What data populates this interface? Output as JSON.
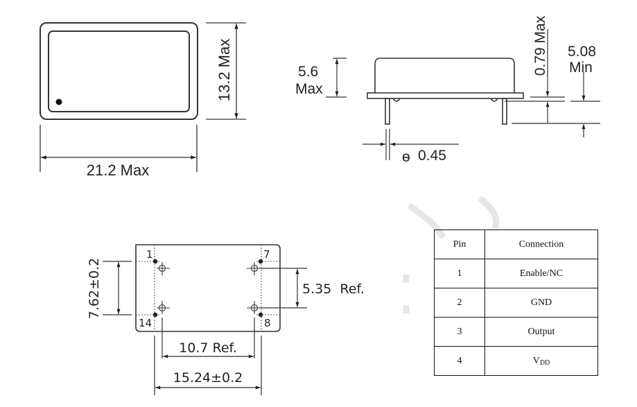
{
  "top_view": {
    "width_label": "21.2 Max",
    "height_label": "13.2 Max",
    "pin1_marker": "pin-1-dot"
  },
  "side_view": {
    "body_height_label_line1": "5.6",
    "body_height_label_line2": "Max",
    "standoff_label": "0.79 Max",
    "lead_length_label_line1": "5.08",
    "lead_length_label_line2": "Min",
    "lead_diameter_symbol": "ɵ",
    "lead_diameter_label": "0.45"
  },
  "footprint_view": {
    "pin_labels": [
      "1",
      "7",
      "14",
      "8"
    ],
    "row_pitch_label": "7.62±0.2",
    "inner_row_label": "5.35  Ref.",
    "inner_col_label": "10.7 Ref.",
    "col_pitch_label": "15.24±0.2"
  },
  "pin_table": {
    "headers": [
      "Pin",
      "Connection"
    ],
    "rows": [
      {
        "pin": "1",
        "connection": "Enable/NC"
      },
      {
        "pin": "2",
        "connection": "GND"
      },
      {
        "pin": "3",
        "connection": "Output"
      },
      {
        "pin": "4",
        "connection": "V",
        "connection_sub": "DD"
      }
    ]
  },
  "colors": {
    "line": "#333333",
    "text": "#222222",
    "watermark": "#e3e3e3"
  }
}
